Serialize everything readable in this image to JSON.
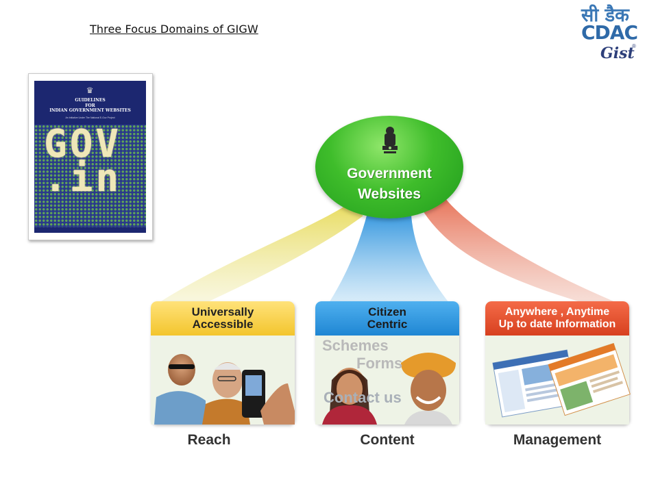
{
  "slide": {
    "title": "Three Focus Domains of GIGW"
  },
  "logo": {
    "hindi": "सी डैक",
    "latin": "CDAC",
    "gist": "Gist",
    "reg": "®"
  },
  "book": {
    "heading": "GUIDELINES\nFOR\nINDIAN GOVERNMENT WEBSITES",
    "subtitle": "An Initiative Under The National E-Gov Project",
    "cover_text": "GOV\n.in"
  },
  "hub": {
    "label": "Government\nWebsites"
  },
  "colors": {
    "reach": "#f3c52d",
    "content": "#1f86d3",
    "management": "#d7401f",
    "hub": "#3fbd2b"
  },
  "domains": [
    {
      "header": "Universally\nAccessible",
      "label": "Reach"
    },
    {
      "header": "Citizen\nCentric",
      "label": "Content",
      "overlay": [
        "Schemes",
        "Forms",
        "Contact us"
      ]
    },
    {
      "header": "Anywhere , Anytime\nUp to date Information",
      "label": "Management"
    }
  ]
}
